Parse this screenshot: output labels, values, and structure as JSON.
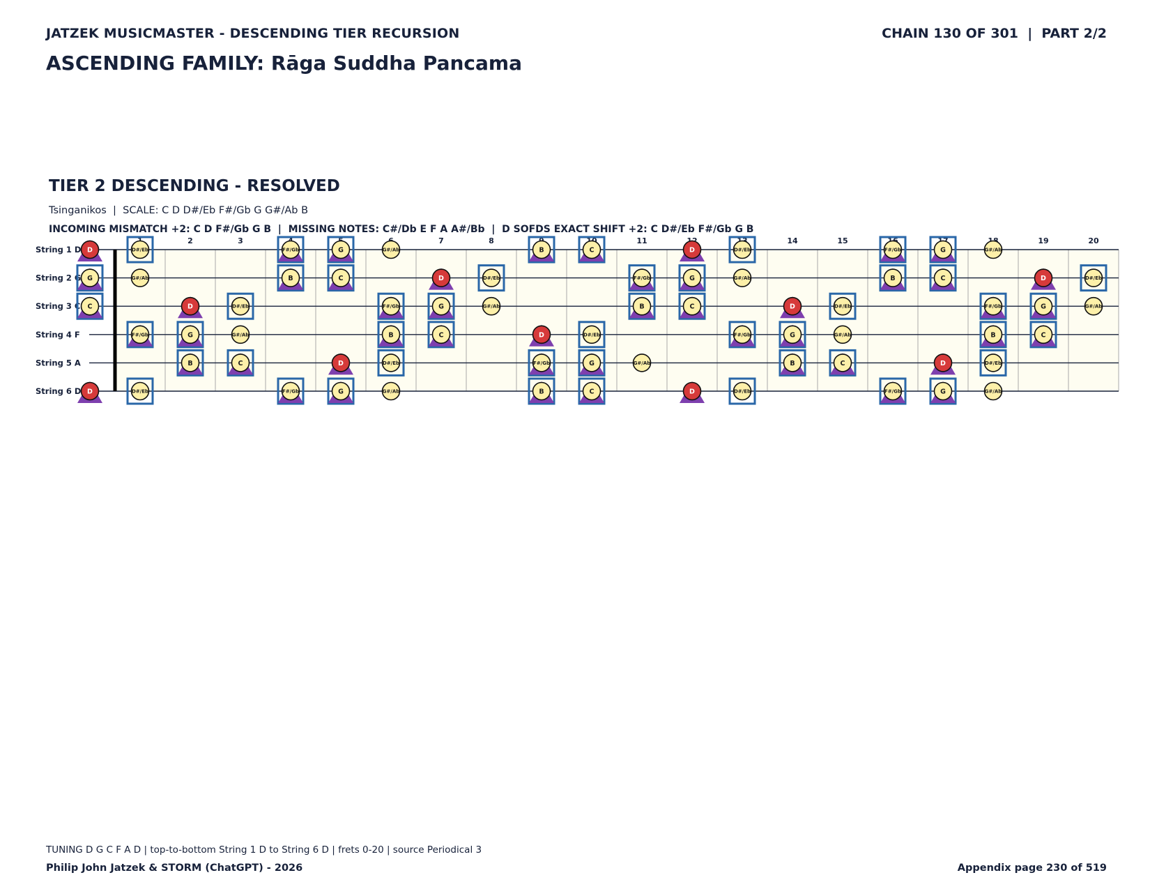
{
  "header": {
    "series_title": "JATZEK MUSICMASTER - DESCENDING TIER RECURSION",
    "chain_info": "CHAIN 130 OF 301  |  PART 2/2",
    "family_title": "ASCENDING FAMILY: Rāga Suddha Pancama"
  },
  "tier": {
    "title": "TIER 2 DESCENDING - RESOLVED",
    "meta": "Tsinganikos  |  SCALE: C D D#/Eb F#/Gb G G#/Ab B",
    "mismatch": "INCOMING MISMATCH +2: C D F#/Gb G B  |  MISSING NOTES: C#/Db E F A A#/Bb  |  D SOFDS EXACT SHIFT +2: C D#/Eb F#/Gb G B"
  },
  "fretboard": {
    "fret_numbers": [
      "1",
      "2",
      "3",
      "4",
      "5",
      "6",
      "7",
      "8",
      "9",
      "10",
      "11",
      "12",
      "13",
      "14",
      "15",
      "16",
      "17",
      "18",
      "19",
      "20"
    ],
    "strings": [
      {
        "label": "String 1 D",
        "open": "D"
      },
      {
        "label": "String 2 G",
        "open": "G"
      },
      {
        "label": "String 3 C",
        "open": "C"
      },
      {
        "label": "String 4 F",
        "open": "F"
      },
      {
        "label": "String 5 A",
        "open": "A"
      },
      {
        "label": "String 6 D",
        "open": "D"
      }
    ],
    "notes": [
      {
        "string": 1,
        "fret": 0,
        "note": "D",
        "root": true,
        "tri": true,
        "box": false
      },
      {
        "string": 1,
        "fret": 1,
        "note": "D#/Eb",
        "root": false,
        "tri": false,
        "box": true
      },
      {
        "string": 1,
        "fret": 4,
        "note": "F#/Gb",
        "root": false,
        "tri": true,
        "box": true
      },
      {
        "string": 1,
        "fret": 5,
        "note": "G",
        "root": false,
        "tri": true,
        "box": true
      },
      {
        "string": 1,
        "fret": 6,
        "note": "G#/Ab",
        "root": false,
        "tri": false,
        "box": false
      },
      {
        "string": 1,
        "fret": 9,
        "note": "B",
        "root": false,
        "tri": true,
        "box": true
      },
      {
        "string": 1,
        "fret": 10,
        "note": "C",
        "root": false,
        "tri": true,
        "box": true
      },
      {
        "string": 1,
        "fret": 12,
        "note": "D",
        "root": true,
        "tri": true,
        "box": false
      },
      {
        "string": 1,
        "fret": 13,
        "note": "D#/Eb",
        "root": false,
        "tri": false,
        "box": true
      },
      {
        "string": 1,
        "fret": 16,
        "note": "F#/Gb",
        "root": false,
        "tri": true,
        "box": true
      },
      {
        "string": 1,
        "fret": 17,
        "note": "G",
        "root": false,
        "tri": true,
        "box": true
      },
      {
        "string": 1,
        "fret": 18,
        "note": "G#/Ab",
        "root": false,
        "tri": false,
        "box": false
      },
      {
        "string": 2,
        "fret": 0,
        "note": "G",
        "root": false,
        "tri": true,
        "box": true
      },
      {
        "string": 2,
        "fret": 1,
        "note": "G#/Ab",
        "root": false,
        "tri": false,
        "box": false
      },
      {
        "string": 2,
        "fret": 4,
        "note": "B",
        "root": false,
        "tri": true,
        "box": true
      },
      {
        "string": 2,
        "fret": 5,
        "note": "C",
        "root": false,
        "tri": true,
        "box": true
      },
      {
        "string": 2,
        "fret": 7,
        "note": "D",
        "root": true,
        "tri": true,
        "box": false
      },
      {
        "string": 2,
        "fret": 8,
        "note": "D#/Eb",
        "root": false,
        "tri": false,
        "box": true
      },
      {
        "string": 2,
        "fret": 11,
        "note": "F#/Gb",
        "root": false,
        "tri": true,
        "box": true
      },
      {
        "string": 2,
        "fret": 12,
        "note": "G",
        "root": false,
        "tri": true,
        "box": true
      },
      {
        "string": 2,
        "fret": 13,
        "note": "G#/Ab",
        "root": false,
        "tri": false,
        "box": false
      },
      {
        "string": 2,
        "fret": 16,
        "note": "B",
        "root": false,
        "tri": true,
        "box": true
      },
      {
        "string": 2,
        "fret": 17,
        "note": "C",
        "root": false,
        "tri": true,
        "box": true
      },
      {
        "string": 2,
        "fret": 19,
        "note": "D",
        "root": true,
        "tri": true,
        "box": false
      },
      {
        "string": 2,
        "fret": 20,
        "note": "D#/Eb",
        "root": false,
        "tri": false,
        "box": true
      },
      {
        "string": 3,
        "fret": 0,
        "note": "C",
        "root": false,
        "tri": true,
        "box": true
      },
      {
        "string": 3,
        "fret": 2,
        "note": "D",
        "root": true,
        "tri": true,
        "box": false
      },
      {
        "string": 3,
        "fret": 3,
        "note": "D#/Eb",
        "root": false,
        "tri": false,
        "box": true
      },
      {
        "string": 3,
        "fret": 6,
        "note": "F#/Gb",
        "root": false,
        "tri": true,
        "box": true
      },
      {
        "string": 3,
        "fret": 7,
        "note": "G",
        "root": false,
        "tri": true,
        "box": true
      },
      {
        "string": 3,
        "fret": 8,
        "note": "G#/Ab",
        "root": false,
        "tri": false,
        "box": false
      },
      {
        "string": 3,
        "fret": 11,
        "note": "B",
        "root": false,
        "tri": true,
        "box": true
      },
      {
        "string": 3,
        "fret": 12,
        "note": "C",
        "root": false,
        "tri": true,
        "box": true
      },
      {
        "string": 3,
        "fret": 14,
        "note": "D",
        "root": true,
        "tri": true,
        "box": false
      },
      {
        "string": 3,
        "fret": 15,
        "note": "D#/Eb",
        "root": false,
        "tri": false,
        "box": true
      },
      {
        "string": 3,
        "fret": 18,
        "note": "F#/Gb",
        "root": false,
        "tri": true,
        "box": true
      },
      {
        "string": 3,
        "fret": 19,
        "note": "G",
        "root": false,
        "tri": true,
        "box": true
      },
      {
        "string": 3,
        "fret": 20,
        "note": "G#/Ab",
        "root": false,
        "tri": false,
        "box": false
      },
      {
        "string": 4,
        "fret": 1,
        "note": "F#/Gb",
        "root": false,
        "tri": true,
        "box": true
      },
      {
        "string": 4,
        "fret": 2,
        "note": "G",
        "root": false,
        "tri": true,
        "box": true
      },
      {
        "string": 4,
        "fret": 3,
        "note": "G#/Ab",
        "root": false,
        "tri": false,
        "box": false
      },
      {
        "string": 4,
        "fret": 6,
        "note": "B",
        "root": false,
        "tri": true,
        "box": true
      },
      {
        "string": 4,
        "fret": 7,
        "note": "C",
        "root": false,
        "tri": true,
        "box": true
      },
      {
        "string": 4,
        "fret": 9,
        "note": "D",
        "root": true,
        "tri": true,
        "box": false
      },
      {
        "string": 4,
        "fret": 10,
        "note": "D#/Eb",
        "root": false,
        "tri": false,
        "box": true
      },
      {
        "string": 4,
        "fret": 13,
        "note": "F#/Gb",
        "root": false,
        "tri": true,
        "box": true
      },
      {
        "string": 4,
        "fret": 14,
        "note": "G",
        "root": false,
        "tri": true,
        "box": true
      },
      {
        "string": 4,
        "fret": 15,
        "note": "G#/Ab",
        "root": false,
        "tri": false,
        "box": false
      },
      {
        "string": 4,
        "fret": 18,
        "note": "B",
        "root": false,
        "tri": true,
        "box": true
      },
      {
        "string": 4,
        "fret": 19,
        "note": "C",
        "root": false,
        "tri": true,
        "box": true
      },
      {
        "string": 5,
        "fret": 2,
        "note": "B",
        "root": false,
        "tri": true,
        "box": true
      },
      {
        "string": 5,
        "fret": 3,
        "note": "C",
        "root": false,
        "tri": true,
        "box": true
      },
      {
        "string": 5,
        "fret": 5,
        "note": "D",
        "root": true,
        "tri": true,
        "box": false
      },
      {
        "string": 5,
        "fret": 6,
        "note": "D#/Eb",
        "root": false,
        "tri": false,
        "box": true
      },
      {
        "string": 5,
        "fret": 9,
        "note": "F#/Gb",
        "root": false,
        "tri": true,
        "box": true
      },
      {
        "string": 5,
        "fret": 10,
        "note": "G",
        "root": false,
        "tri": true,
        "box": true
      },
      {
        "string": 5,
        "fret": 11,
        "note": "G#/Ab",
        "root": false,
        "tri": false,
        "box": false
      },
      {
        "string": 5,
        "fret": 14,
        "note": "B",
        "root": false,
        "tri": true,
        "box": true
      },
      {
        "string": 5,
        "fret": 15,
        "note": "C",
        "root": false,
        "tri": true,
        "box": true
      },
      {
        "string": 5,
        "fret": 17,
        "note": "D",
        "root": true,
        "tri": true,
        "box": false
      },
      {
        "string": 5,
        "fret": 18,
        "note": "D#/Eb",
        "root": false,
        "tri": false,
        "box": true
      },
      {
        "string": 6,
        "fret": 0,
        "note": "D",
        "root": true,
        "tri": true,
        "box": false
      },
      {
        "string": 6,
        "fret": 1,
        "note": "D#/Eb",
        "root": false,
        "tri": false,
        "box": true
      },
      {
        "string": 6,
        "fret": 4,
        "note": "F#/Gb",
        "root": false,
        "tri": true,
        "box": true
      },
      {
        "string": 6,
        "fret": 5,
        "note": "G",
        "root": false,
        "tri": true,
        "box": true
      },
      {
        "string": 6,
        "fret": 6,
        "note": "G#/Ab",
        "root": false,
        "tri": false,
        "box": false
      },
      {
        "string": 6,
        "fret": 9,
        "note": "B",
        "root": false,
        "tri": true,
        "box": true
      },
      {
        "string": 6,
        "fret": 10,
        "note": "C",
        "root": false,
        "tri": true,
        "box": true
      },
      {
        "string": 6,
        "fret": 12,
        "note": "D",
        "root": true,
        "tri": true,
        "box": false
      },
      {
        "string": 6,
        "fret": 13,
        "note": "D#/Eb",
        "root": false,
        "tri": false,
        "box": true
      },
      {
        "string": 6,
        "fret": 16,
        "note": "F#/Gb",
        "root": false,
        "tri": true,
        "box": true
      },
      {
        "string": 6,
        "fret": 17,
        "note": "G",
        "root": false,
        "tri": true,
        "box": true
      },
      {
        "string": 6,
        "fret": 18,
        "note": "G#/Ab",
        "root": false,
        "tri": false,
        "box": false
      }
    ]
  },
  "colors": {
    "text": "#17213a",
    "board_bg": "#fefdf1",
    "note_fill": "#fdf0a9",
    "root_fill": "#d63a3a",
    "triangle": "#7e3fae",
    "box": "#2a67a8",
    "fret_line": "#a9a9a9"
  },
  "footer": {
    "tuning_line": "TUNING D G C F A D | top-to-bottom String 1 D to String 6 D | frets 0-20 | source Periodical 3",
    "authors": "Philip John Jatzek & STORM (ChatGPT) - 2026",
    "page": "Appendix page 230 of 519"
  }
}
